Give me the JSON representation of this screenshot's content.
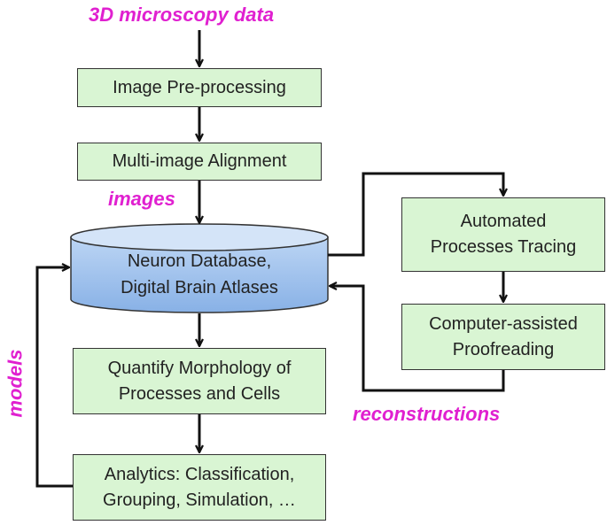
{
  "labels": {
    "input": "3D microscopy data",
    "images": "images",
    "models": "models",
    "reconstructions": "reconstructions"
  },
  "boxes": {
    "preprocessing": [
      "Image Pre-processing"
    ],
    "alignment": [
      "Multi-image Alignment"
    ],
    "database": [
      "Neuron Database,",
      "Digital Brain Atlases"
    ],
    "tracing": [
      "Automated",
      "Processes Tracing"
    ],
    "proofreading": [
      "Computer-assisted",
      "Proofreading"
    ],
    "quantify": [
      "Quantify Morphology of",
      "Processes and Cells"
    ],
    "analytics": [
      "Analytics: Classification,",
      "Grouping, Simulation, …"
    ]
  },
  "colors": {
    "box_fill": "#d9f5d3",
    "database_fill": "#9fc2ee",
    "label": "#e020d0",
    "arrow": "#111111"
  }
}
